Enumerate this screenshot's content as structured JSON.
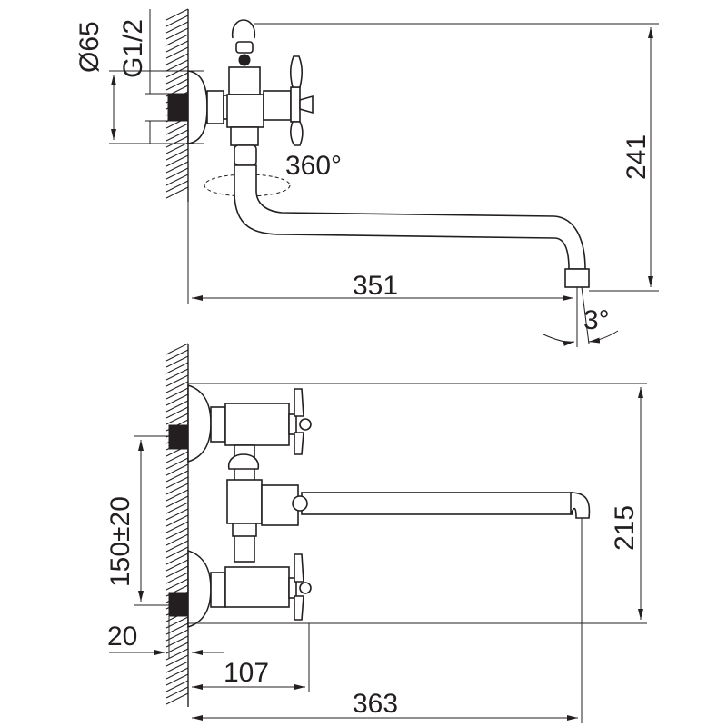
{
  "top_view": {
    "flange_diameter": "Ø65",
    "thread": "G1/2",
    "swivel_angle": "360°",
    "spout_reach": "351",
    "height": "241",
    "outlet_angle": "3°"
  },
  "front_view": {
    "inlet_spacing": "150±20",
    "wall_offset": "20",
    "body_projection": "107",
    "total_reach": "363",
    "total_height": "215"
  },
  "colors": {
    "line": "#231f20",
    "background": "#ffffff"
  }
}
